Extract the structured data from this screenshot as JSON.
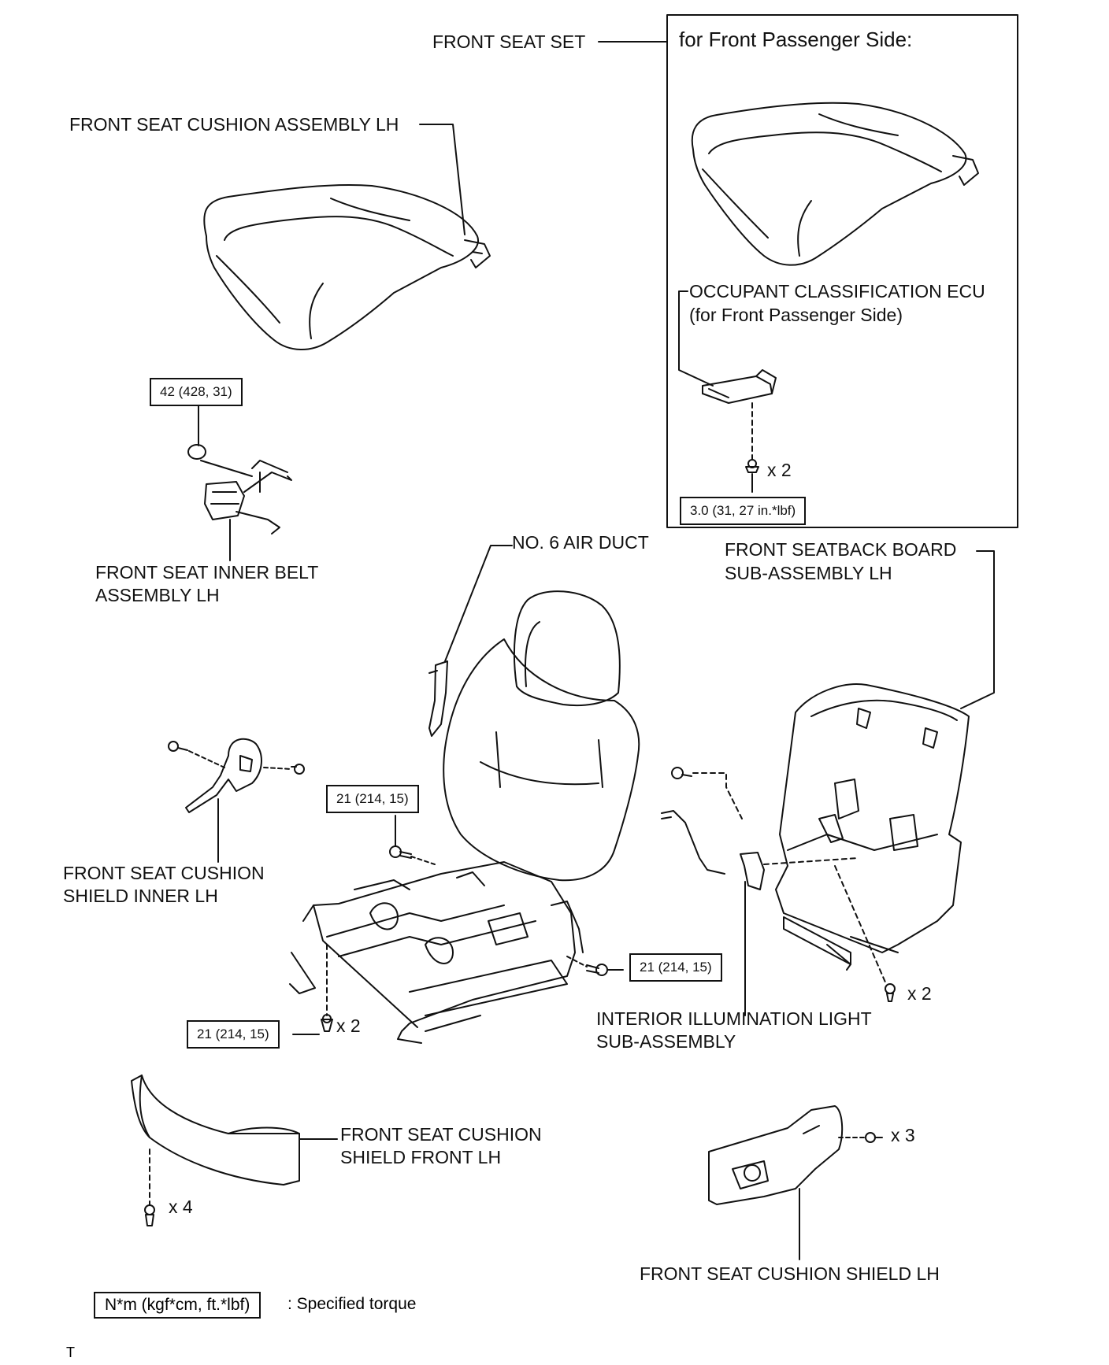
{
  "labels": {
    "front_seat_set": "FRONT SEAT SET",
    "passenger_side_title": "for Front Passenger Side:",
    "cushion_assembly": "FRONT SEAT CUSHION ASSEMBLY LH",
    "occupant_ecu_line1": "OCCUPANT CLASSIFICATION ECU",
    "occupant_ecu_line2": "(for Front Passenger Side)",
    "inner_belt_line1": "FRONT SEAT INNER BELT",
    "inner_belt_line2": "ASSEMBLY LH",
    "air_duct": "NO. 6 AIR DUCT",
    "seatback_board_line1": "FRONT SEATBACK BOARD",
    "seatback_board_line2": "SUB-ASSEMBLY LH",
    "shield_inner_line1": "FRONT SEAT CUSHION",
    "shield_inner_line2": "SHIELD INNER LH",
    "illumination_line1": "INTERIOR ILLUMINATION LIGHT",
    "illumination_line2": "SUB-ASSEMBLY",
    "shield_front_line1": "FRONT SEAT CUSHION",
    "shield_front_line2": "SHIELD FRONT LH",
    "shield_lh": "FRONT SEAT CUSHION SHIELD LH"
  },
  "torques": {
    "belt": "42 (428, 31)",
    "ecu": "3.0 (31, 27 in.*lbf)",
    "seat_bolt": "21 (214, 15)",
    "frame_right": "21 (214, 15)",
    "frame_bottom": "21 (214, 15)"
  },
  "quantities": {
    "ecu_screws": "x 2",
    "frame_bolts": "x 2",
    "seatback_screws": "x 2",
    "shield_front_screws": "x 4",
    "shield_lh_screws": "x 3"
  },
  "legend": {
    "unit": "N*m (kgf*cm, ft.*lbf)",
    "description": ": Specified torque"
  },
  "footer": {
    "mark": "T"
  }
}
